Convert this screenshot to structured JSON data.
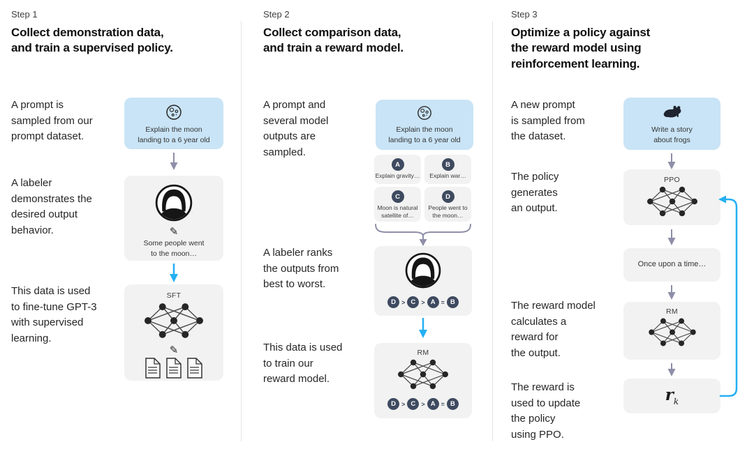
{
  "colors": {
    "prompt_box_bg": "#c9e4f6",
    "panel_bg": "#f2f2f2",
    "badge_bg": "#3e4a5f",
    "cyan_arrow": "#25aff3",
    "gray_arrow": "#8e8ea8",
    "divider": "#e4e4e4"
  },
  "steps": [
    {
      "label": "Step 1",
      "title": "Collect demonstration data,\nand train a supervised policy.",
      "texts": [
        "A prompt is\nsampled from our\nprompt dataset.",
        "A labeler\ndemonstrates the\ndesired output\nbehavior.",
        "This data is used\nto fine-tune GPT-3\nwith supervised\nlearning."
      ],
      "diagram": {
        "prompt_caption": "Explain the moon\nlanding to a 6 year old",
        "labeler_caption": "Some people went\nto the moon…",
        "pencil_glyph": "✎",
        "model_label": "SFT"
      }
    },
    {
      "label": "Step 2",
      "title": "Collect comparison data,\nand train a reward model.",
      "texts": [
        "A prompt and\nseveral model\noutputs are\nsampled.",
        "A labeler ranks\nthe outputs from\nbest to worst.",
        "This data is used\nto train our\nreward model."
      ],
      "diagram": {
        "prompt_caption": "Explain the moon\nlanding to a 6 year old",
        "options": [
          {
            "letter": "A",
            "text": "Explain gravity…"
          },
          {
            "letter": "B",
            "text": "Explain war…"
          },
          {
            "letter": "C",
            "text": "Moon is natural\nsatellite of…"
          },
          {
            "letter": "D",
            "text": "People went to\nthe moon…"
          }
        ],
        "ranking": [
          "D",
          ">",
          "C",
          ">",
          "A",
          "=",
          "B"
        ],
        "model_label": "RM"
      }
    },
    {
      "label": "Step 3",
      "title": "Optimize a policy against\nthe reward model using\nreinforcement learning.",
      "texts": [
        "A new prompt\nis sampled from\nthe dataset.",
        "The policy\ngenerates\nan output.",
        "The reward model\ncalculates a\nreward for\nthe output.",
        "The reward is\nused to update\nthe policy\nusing PPO."
      ],
      "diagram": {
        "prompt_caption": "Write a story\nabout frogs",
        "policy_label": "PPO",
        "output_caption": "Once upon a time…",
        "model_label": "RM",
        "reward_symbol": "r",
        "reward_subscript": "k"
      }
    }
  ]
}
